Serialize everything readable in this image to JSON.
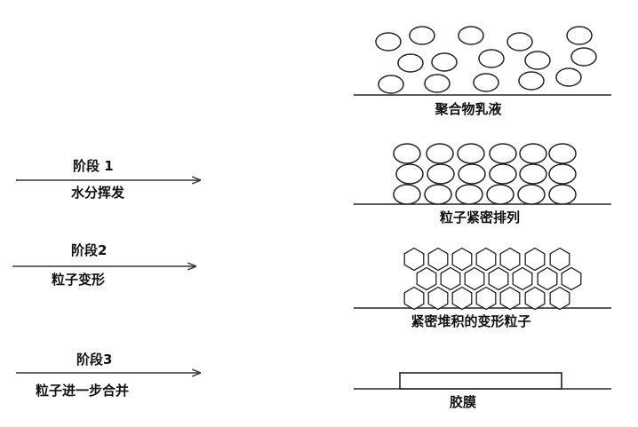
{
  "stages": [
    {
      "title": "阶段 1",
      "action": "水分挥发"
    },
    {
      "title": "阶段2",
      "action": "粒子变形"
    },
    {
      "title": "阶段3",
      "action": "粒子进一步合并"
    }
  ],
  "states": [
    {
      "caption": "聚合物乳液"
    },
    {
      "caption": "粒子紧密排列"
    },
    {
      "caption": "紧密堆积的变形粒子"
    },
    {
      "caption": "胶膜"
    }
  ]
}
